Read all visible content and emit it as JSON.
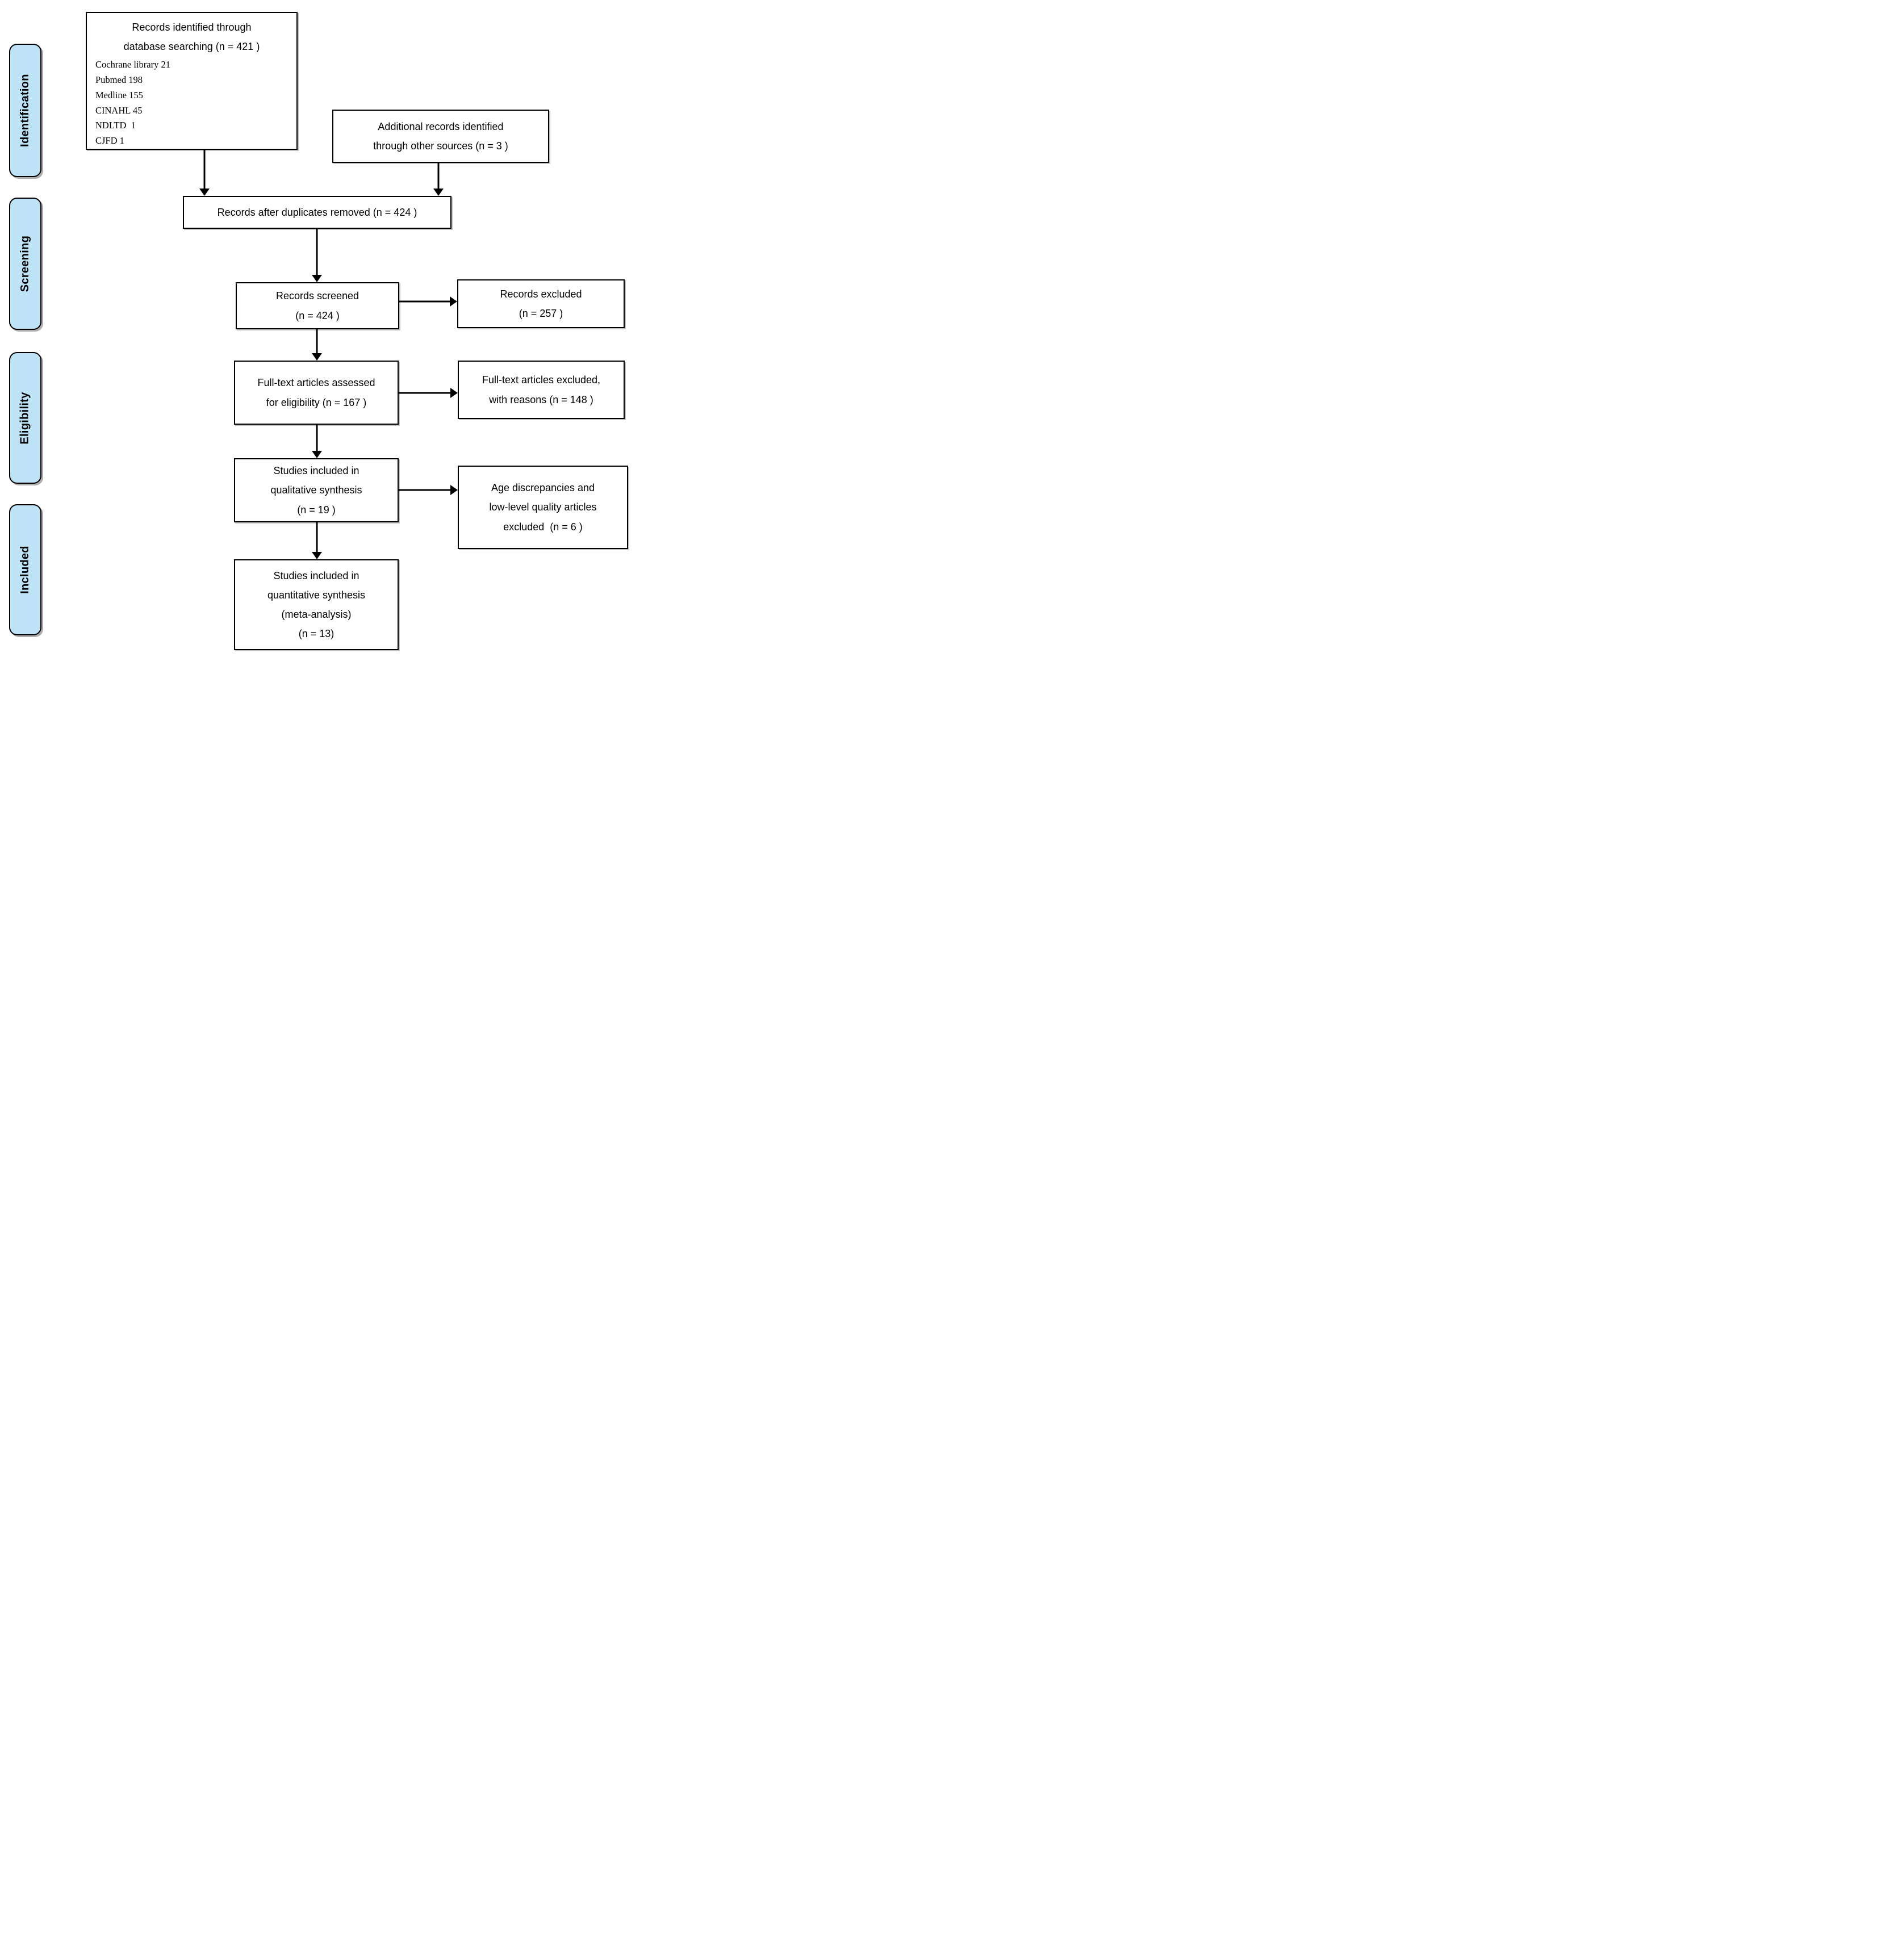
{
  "colors": {
    "stage_fill": "#bee3f6",
    "box_border": "#000000",
    "background": "#ffffff"
  },
  "stages": [
    {
      "label": "Identification"
    },
    {
      "label": "Screening"
    },
    {
      "label": "Eligibility"
    },
    {
      "label": "Included"
    }
  ],
  "boxes": {
    "identified": {
      "title_lines": [
        "Records identified through",
        "database searching (n = 421 )"
      ],
      "sources": [
        "Cochrane library 21",
        "Pubmed 198",
        "Medline 155",
        "CINAHL 45",
        "NDLTD  1",
        "CJFD 1"
      ]
    },
    "additional": {
      "lines": [
        "Additional records identified",
        "through other sources (n = 3 )"
      ]
    },
    "deduplicated": {
      "lines": [
        "Records after duplicates removed (n = 424 )"
      ]
    },
    "screened": {
      "lines": [
        "Records screened",
        "(n = 424 )"
      ]
    },
    "records_excluded": {
      "lines": [
        "Records excluded",
        "(n = 257 )"
      ]
    },
    "fulltext_assessed": {
      "lines": [
        "Full-text articles assessed",
        "for eligibility (n = 167 )"
      ]
    },
    "fulltext_excluded": {
      "lines": [
        "Full-text articles excluded,",
        "with reasons (n = 148 )"
      ]
    },
    "qualitative": {
      "lines": [
        "Studies included in",
        "qualitative synthesis",
        "(n = 19 )"
      ]
    },
    "age_excluded": {
      "lines": [
        "Age discrepancies and",
        "low-level quality articles",
        "excluded  (n = 6 )"
      ]
    },
    "quantitative": {
      "lines": [
        "Studies included in",
        "quantitative synthesis",
        "(meta-analysis)",
        "(n = 13)"
      ]
    }
  }
}
